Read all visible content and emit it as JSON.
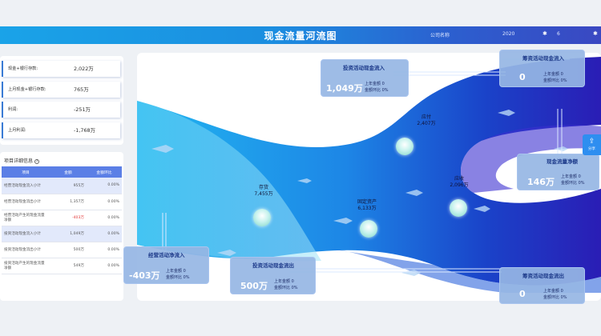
{
  "header": {
    "title": "现金流量河流图",
    "company_label": "公司名称",
    "year": "2020",
    "month": "6"
  },
  "kpis": [
    {
      "label": "现金+银行存款:",
      "value": "2,022万"
    },
    {
      "label": "上月现金+银行存款:",
      "value": "765万"
    },
    {
      "label": "利润:",
      "value": "-251万"
    },
    {
      "label": "上月利润:",
      "value": "-1,768万"
    }
  ],
  "detail": {
    "title": "项目详细信息",
    "help_glyph": "?",
    "columns": [
      "项目",
      "金额",
      "金额环比"
    ],
    "rows": [
      {
        "name": "经营活动现金流入小计",
        "amount": "955万",
        "ratio": "0.00%",
        "negative": false
      },
      {
        "name": "经营活动现金流出小计",
        "amount": "1,357万",
        "ratio": "0.00%",
        "negative": false
      },
      {
        "name": "经营活动产生的现金流量净额",
        "amount": "-403万",
        "ratio": "0.00%",
        "negative": true
      },
      {
        "name": "投资活动现金流入小计",
        "amount": "1,049万",
        "ratio": "0.00%",
        "negative": false
      },
      {
        "name": "投资活动现金流出小计",
        "amount": "500万",
        "ratio": "0.00%",
        "negative": false
      },
      {
        "name": "投资活动产生的现金流量净额",
        "amount": "549万",
        "ratio": "0.00%",
        "negative": false
      }
    ]
  },
  "river": {
    "boxes": [
      {
        "key": "invest_in",
        "title": "投资活动现金流入",
        "value": "1,049万",
        "last_label": "上年金额",
        "last_value": "0",
        "ratio_label": "金额环比",
        "ratio_value": "0%"
      },
      {
        "key": "finance_in",
        "title": "筹资活动现金流入",
        "value": "0",
        "last_label": "上年金额",
        "last_value": "0",
        "ratio_label": "金额环比",
        "ratio_value": "0%"
      },
      {
        "key": "net",
        "title": "现金流量净额",
        "value": "146万",
        "last_label": "上年金额",
        "last_value": "0",
        "ratio_label": "金额环比",
        "ratio_value": "0%"
      },
      {
        "key": "operate_net",
        "title": "经营活动净流入",
        "value": "-403万",
        "last_label": "上年金额",
        "last_value": "0",
        "ratio_label": "金额环比",
        "ratio_value": "0%"
      },
      {
        "key": "invest_out",
        "title": "投资活动现金流出",
        "value": "500万",
        "last_label": "上年金额",
        "last_value": "0",
        "ratio_label": "金额环比",
        "ratio_value": "0%"
      },
      {
        "key": "finance_out",
        "title": "筹资活动现金流出",
        "value": "0",
        "last_label": "上年金额",
        "last_value": "0",
        "ratio_label": "金额环比",
        "ratio_value": "0%"
      }
    ],
    "nodes": [
      {
        "name": "存货",
        "value": "7,455万"
      },
      {
        "name": "固定资产",
        "value": "6,133万"
      },
      {
        "name": "应收",
        "value": "2,096万"
      },
      {
        "name": "应付",
        "value": "2,407万"
      }
    ],
    "share_label": "分享"
  }
}
